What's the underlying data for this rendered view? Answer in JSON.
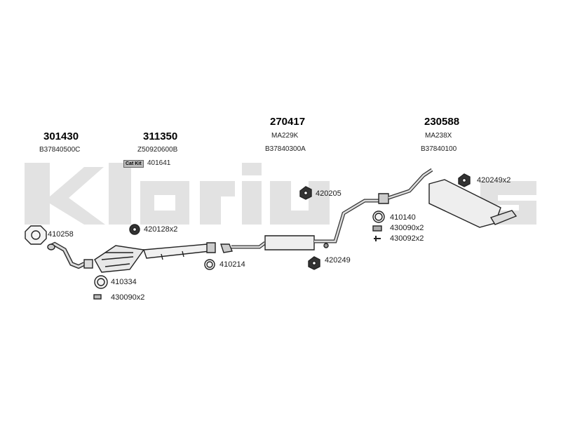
{
  "watermark": "klarius",
  "groups": [
    {
      "code": "301430",
      "ref": "B37840500C"
    },
    {
      "code": "311350",
      "ref": "Z50920600B"
    },
    {
      "code": "270417",
      "ref": "MA229K",
      "ref2": "B37840300A"
    },
    {
      "code": "230588",
      "ref": "MA238X",
      "ref2": "B37840100"
    }
  ],
  "cat_kit": {
    "badge": "Cat Kit",
    "code": "401641"
  },
  "parts": [
    {
      "label": "410258"
    },
    {
      "label": "420128x2"
    },
    {
      "label": "410214"
    },
    {
      "label": "410334"
    },
    {
      "label": "430090x2"
    },
    {
      "label": "420205"
    },
    {
      "label": "420249"
    },
    {
      "label": "410140"
    },
    {
      "label": "430090x2"
    },
    {
      "label": "430092x2"
    },
    {
      "label": "420249x2"
    }
  ]
}
